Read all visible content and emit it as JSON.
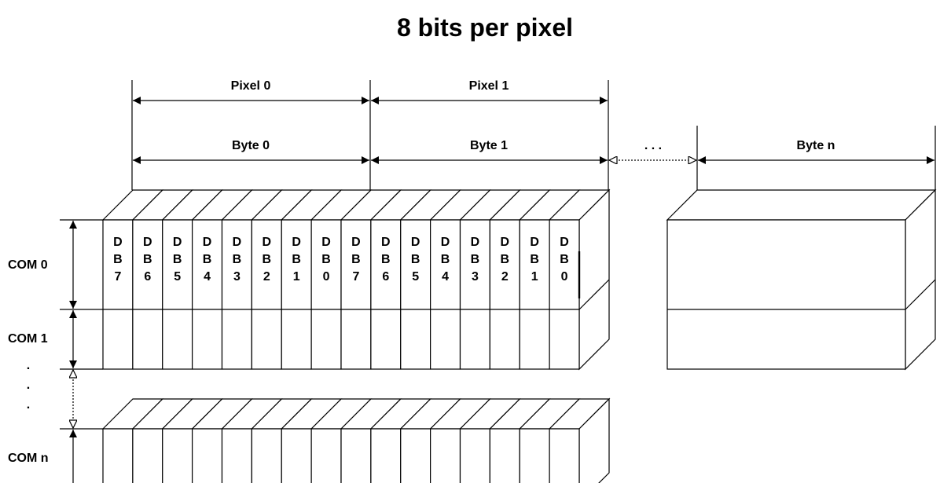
{
  "title": "8 bits per pixel",
  "pixels": [
    "Pixel 0",
    "Pixel 1"
  ],
  "bytes": [
    "Byte 0",
    "Byte 1",
    "Byte n"
  ],
  "ellipsis": ". . .",
  "rows": [
    "COM 0",
    "COM 1",
    "COM n"
  ],
  "row_ellipsis": [
    ".",
    ".",
    "."
  ],
  "data_bits": [
    "7",
    "6",
    "5",
    "4",
    "3",
    "2",
    "1",
    "0",
    "7",
    "6",
    "5",
    "4",
    "3",
    "2",
    "1",
    "0"
  ],
  "bit_prefix_1": "D",
  "bit_prefix_2": "B"
}
